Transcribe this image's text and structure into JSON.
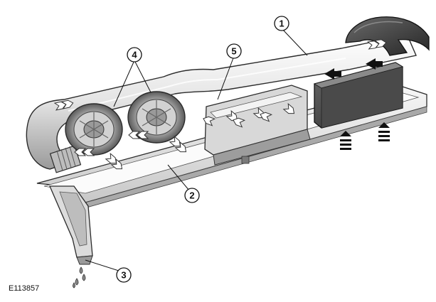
{
  "figure_id": "E113857",
  "callouts": [
    "1",
    "2",
    "3",
    "4",
    "5"
  ],
  "colors": {
    "metal_light": "#f2f2f2",
    "metal_mid": "#cfcfcf",
    "metal_dark": "#8a8a8a",
    "outline": "#2b2b2b",
    "black_part": "#3a3a3a",
    "arrow_fill": "#ffffff",
    "arrow_black": "#111111"
  }
}
